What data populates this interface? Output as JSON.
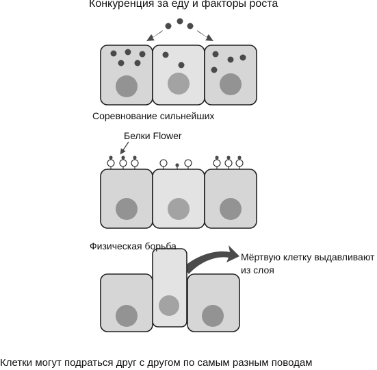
{
  "panels": {
    "food": {
      "title": "Конкуренция за еду и факторы роста"
    },
    "fitness": {
      "title": "Соревнование сильнейших",
      "protein_label": "Белки Flower"
    },
    "physical": {
      "title": "Физическая борьба",
      "result_line1": "Мёртвую клетку выдавливают",
      "result_line2": "из слоя"
    }
  },
  "caption": "Клетки могут подраться друг с другом по самым разным поводам",
  "colors": {
    "cell_fill": "#d6d6d6",
    "cell_weak_fill": "#e3e3e3",
    "nucleus": "#939393",
    "outline": "#222222",
    "particle": "#4a4a4a",
    "arrow": "#4b4b4b"
  },
  "icons": [
    "food-particle",
    "flower-protein-marker",
    "push-arrow"
  ]
}
